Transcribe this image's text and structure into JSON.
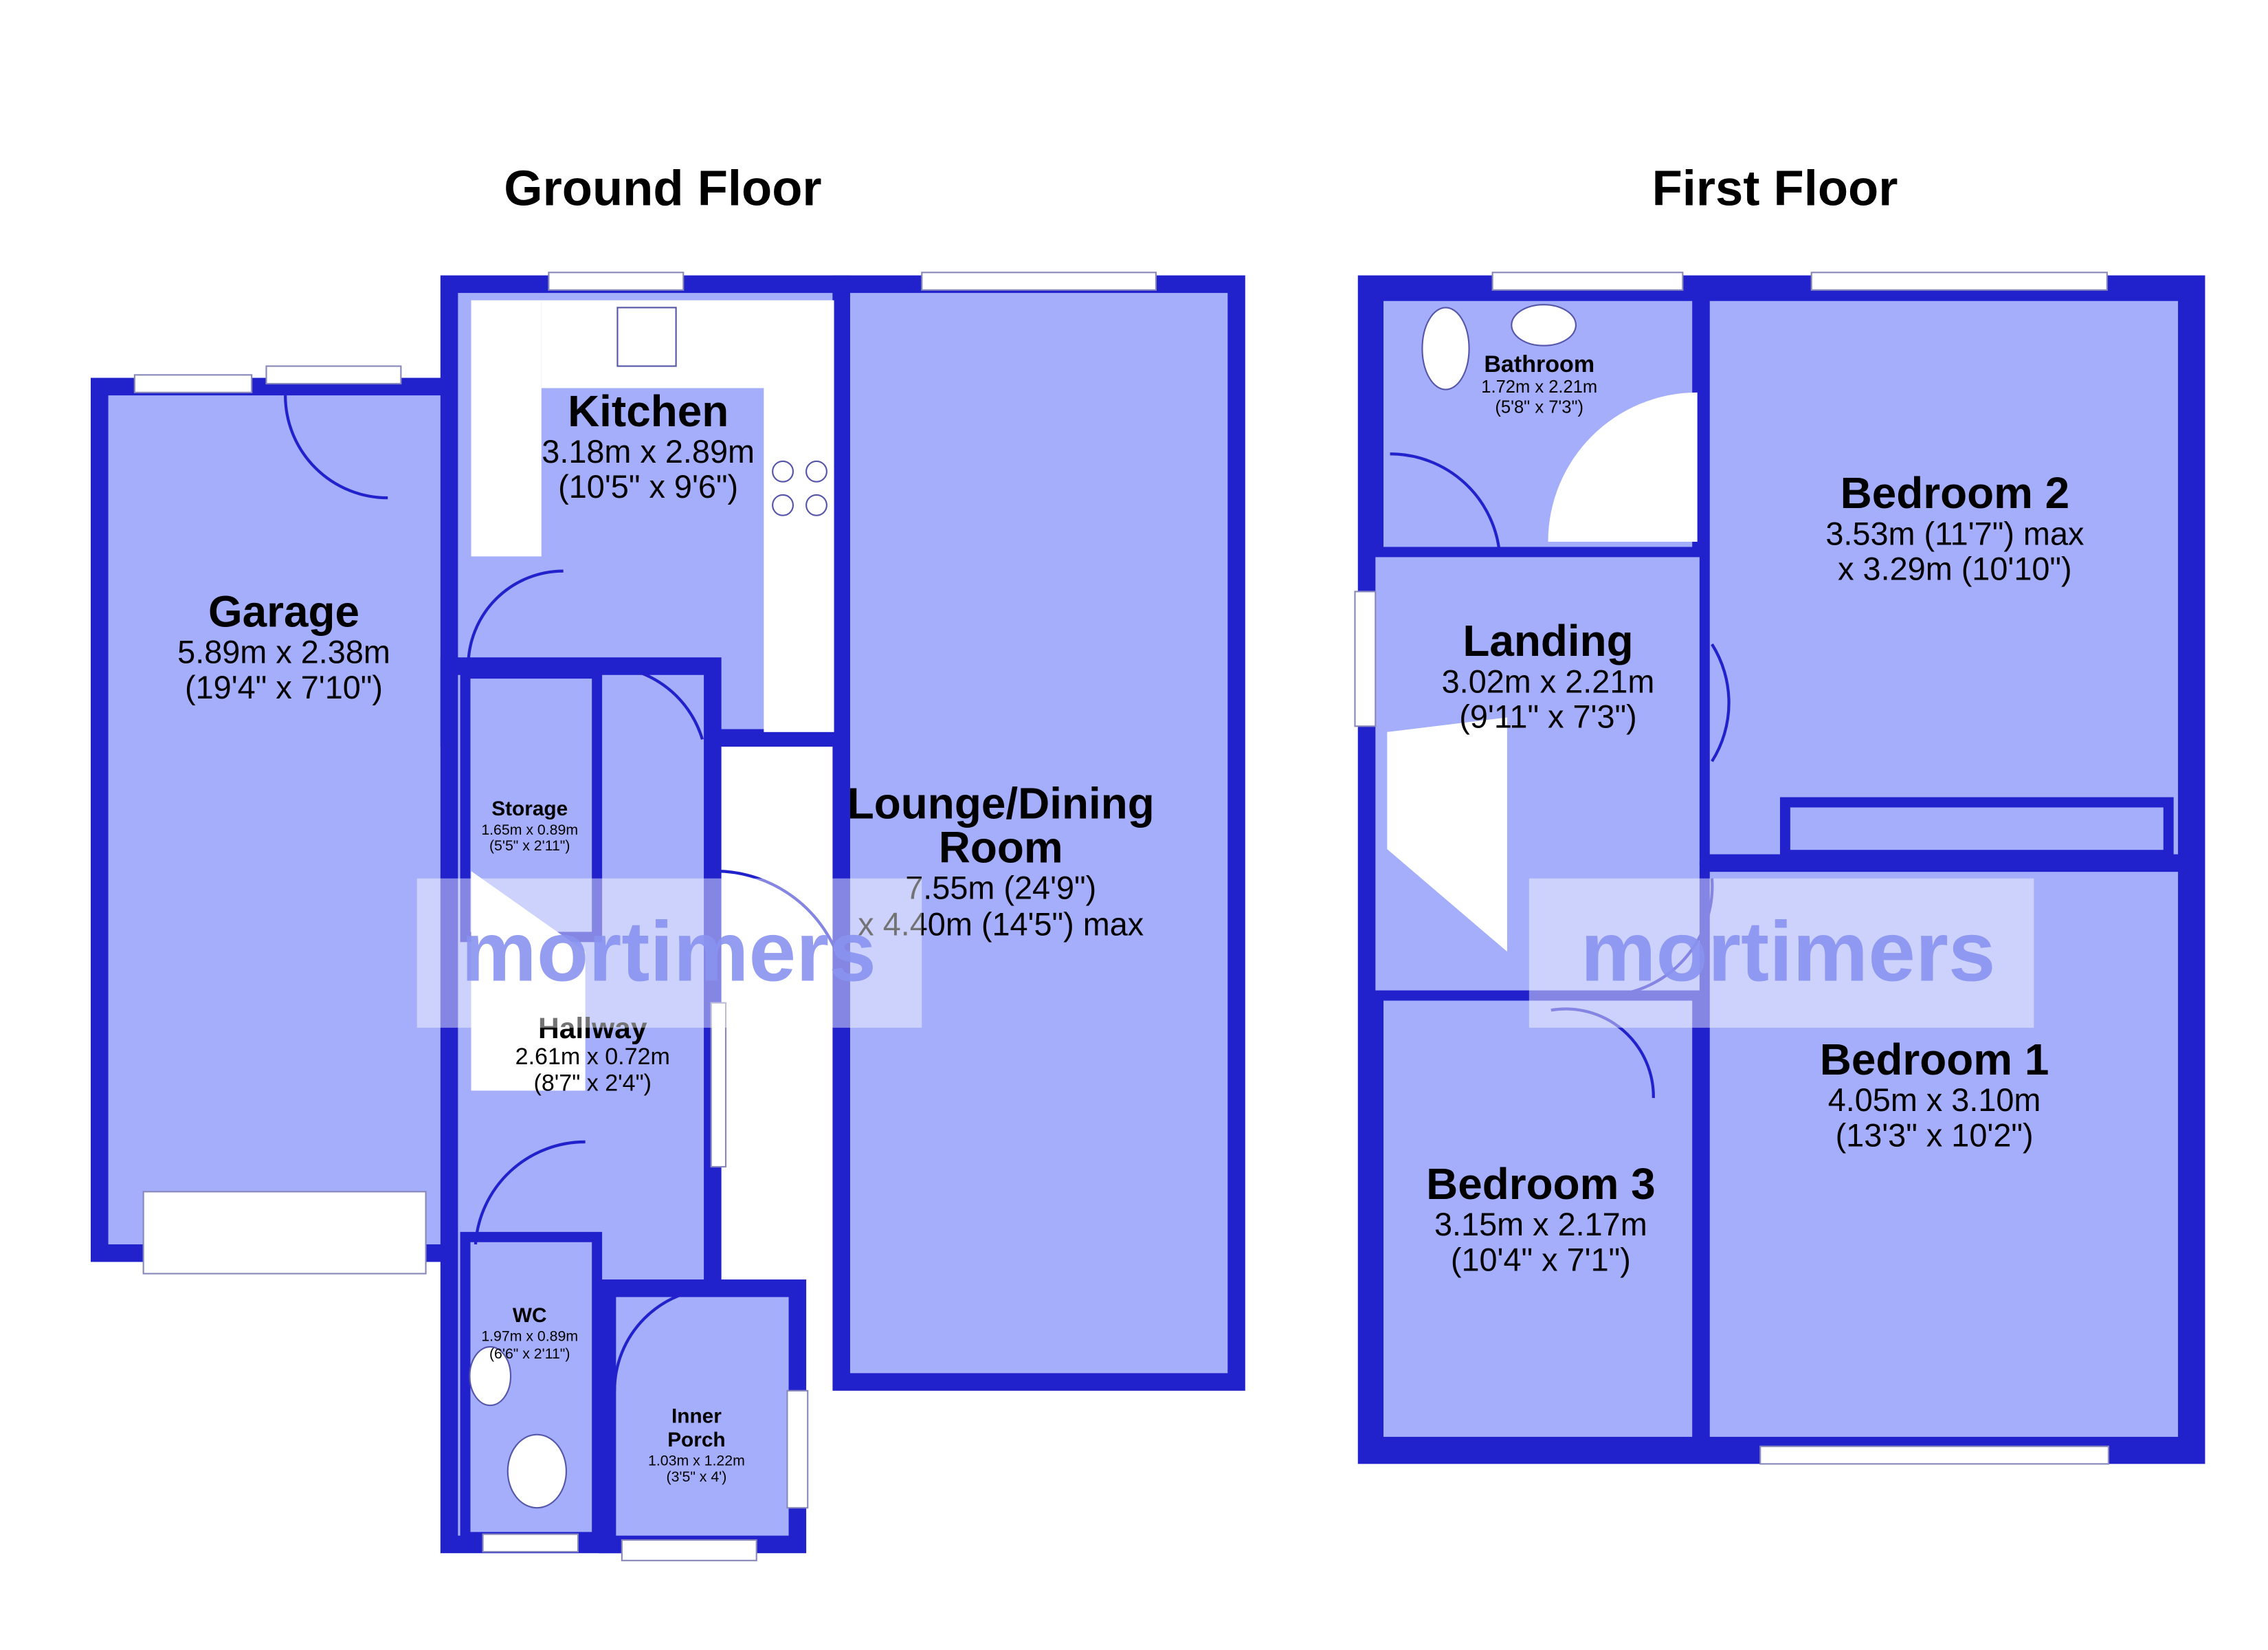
{
  "floors": [
    {
      "title": "Ground Floor",
      "rooms": [
        {
          "name": "Garage",
          "metric": "5.89m x 2.38m",
          "imperial": "(19'4\" x 7'10\")"
        },
        {
          "name": "Kitchen",
          "metric": "3.18m x 2.89m",
          "imperial": "(10'5\" x 9'6\")"
        },
        {
          "name": "Lounge/Dining",
          "name2": "Room",
          "metric": "7.55m (24'9\")",
          "imperial": "x 4.40m (14'5\") max"
        },
        {
          "name": "Storage",
          "metric": "1.65m x 0.89m",
          "imperial": "(5'5\" x 2'11\")"
        },
        {
          "name": "Hallway",
          "metric": "2.61m x 0.72m",
          "imperial": "(8'7\" x 2'4\")"
        },
        {
          "name": "WC",
          "metric": "1.97m x 0.89m",
          "imperial": "(6'6\" x 2'11\")"
        },
        {
          "name": "Inner",
          "name2": "Porch",
          "metric": "1.03m x 1.22m",
          "imperial": "(3'5\" x 4')"
        }
      ]
    },
    {
      "title": "First Floor",
      "rooms": [
        {
          "name": "Bathroom",
          "metric": "1.72m x 2.21m",
          "imperial": "(5'8\" x 7'3\")"
        },
        {
          "name": "Bedroom 2",
          "metric": "3.53m (11'7\") max",
          "imperial": "x 3.29m (10'10\")"
        },
        {
          "name": "Landing",
          "metric": "3.02m x 2.21m",
          "imperial": "(9'11\" x 7'3\")"
        },
        {
          "name": "Bedroom 3",
          "metric": "3.15m x 2.17m",
          "imperial": "(10'4\" x 7'1\")"
        },
        {
          "name": "Bedroom 1",
          "metric": "4.05m x 3.10m",
          "imperial": "(13'3\" x 10'2\")"
        }
      ]
    }
  ],
  "watermark": "mortimers"
}
